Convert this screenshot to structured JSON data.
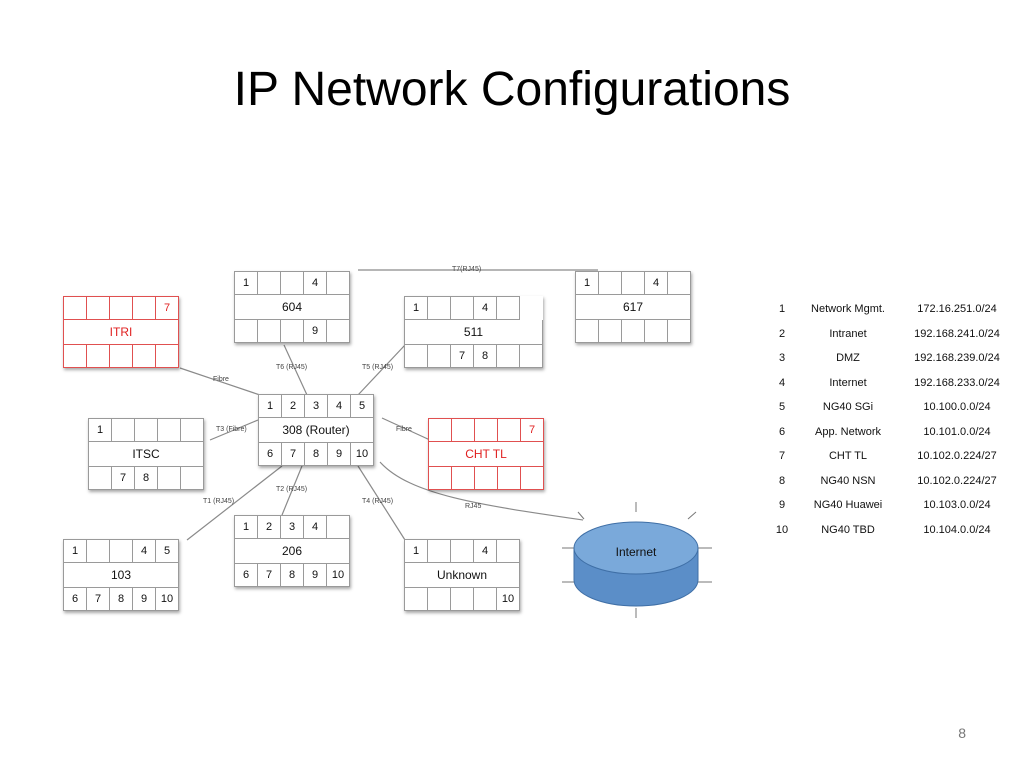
{
  "slide": {
    "title": "IP Network Configurations",
    "page_number": "8"
  },
  "nodes": {
    "n604": {
      "name": "604",
      "top": [
        "1",
        "",
        "",
        "4",
        ""
      ],
      "bottom": [
        "",
        "",
        "",
        "9",
        ""
      ]
    },
    "n617": {
      "name": "617",
      "top": [
        "1",
        "",
        "",
        "4",
        ""
      ],
      "bottom": [
        "",
        "",
        "",
        "",
        ""
      ]
    },
    "n511": {
      "name": "511",
      "top": [
        "1",
        "",
        "",
        "4",
        ""
      ],
      "bottom": [
        "",
        "",
        "7",
        "8",
        "",
        ""
      ]
    },
    "itri": {
      "name": "ITRI",
      "top": [
        "",
        "",
        "",
        "",
        "7"
      ],
      "bottom": [
        "",
        "",
        "",
        "",
        ""
      ]
    },
    "router": {
      "name": "308 (Router)",
      "top": [
        "1",
        "2",
        "3",
        "4",
        "5"
      ],
      "bottom": [
        "6",
        "7",
        "8",
        "9",
        "10"
      ]
    },
    "itsc": {
      "name": "ITSC",
      "top": [
        "1",
        "",
        "",
        "",
        ""
      ],
      "bottom": [
        "",
        "7",
        "8",
        "",
        ""
      ]
    },
    "cht": {
      "name": "CHT TL",
      "top": [
        "",
        "",
        "",
        "",
        "7"
      ],
      "bottom": [
        "",
        "",
        "",
        "",
        ""
      ]
    },
    "n206": {
      "name": "206",
      "top": [
        "1",
        "2",
        "3",
        "4",
        ""
      ],
      "bottom": [
        "6",
        "7",
        "8",
        "9",
        "10"
      ]
    },
    "n103": {
      "name": "103",
      "top": [
        "1",
        "",
        "",
        "4",
        "5"
      ],
      "bottom": [
        "6",
        "7",
        "8",
        "9",
        "10"
      ]
    },
    "unknown": {
      "name": "Unknown",
      "top": [
        "1",
        "",
        "",
        "4",
        ""
      ],
      "bottom": [
        "",
        "",
        "",
        "",
        "10"
      ]
    }
  },
  "internet": {
    "label": "Internet"
  },
  "links": {
    "t7": "T7(RJ45)",
    "t6": "T6 (RJ45)",
    "t5": "T5 (RJ45)",
    "fibre_itri": "Fibre",
    "t3": "T3 (Fibre)",
    "fibre_cht": "Fibre",
    "t2": "T2 (RJ45)",
    "t1": "T1 (RJ45)",
    "t4": "T4 (RJ45)",
    "rj45": "RJ45"
  },
  "legend": [
    {
      "num": "1",
      "name": "Network Mgmt.",
      "subnet": "172.16.251.0/24"
    },
    {
      "num": "2",
      "name": "Intranet",
      "subnet": "192.168.241.0/24"
    },
    {
      "num": "3",
      "name": "DMZ",
      "subnet": "192.168.239.0/24"
    },
    {
      "num": "4",
      "name": "Internet",
      "subnet": "192.168.233.0/24"
    },
    {
      "num": "5",
      "name": "NG40 SGi",
      "subnet": "10.100.0.0/24"
    },
    {
      "num": "6",
      "name": "App. Network",
      "subnet": "10.101.0.0/24"
    },
    {
      "num": "7",
      "name": "CHT TL",
      "subnet": "10.102.0.224/27"
    },
    {
      "num": "8",
      "name": "NG40 NSN",
      "subnet": "10.102.0.224/27"
    },
    {
      "num": "9",
      "name": "NG40 Huawei",
      "subnet": "10.103.0.0/24"
    },
    {
      "num": "10",
      "name": "NG40 TBD",
      "subnet": "10.104.0.0/24"
    }
  ],
  "colors": {
    "highlight": "#e02020",
    "internet_fill": "#6f9fd2",
    "link_line": "#8a8a8a"
  }
}
